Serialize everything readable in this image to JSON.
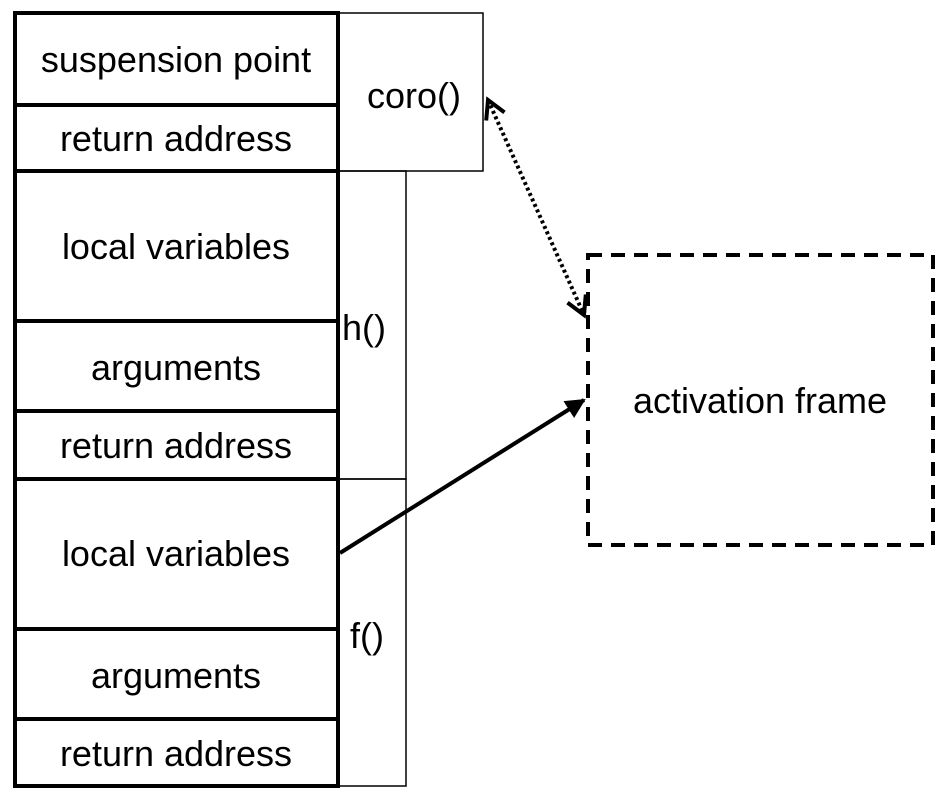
{
  "stack": {
    "coro_frame": {
      "label": "coro()",
      "cells": [
        "suspension point",
        "return address"
      ]
    },
    "h_frame": {
      "label": "h()",
      "cells": [
        "local variables",
        "arguments",
        "return address"
      ]
    },
    "f_frame": {
      "label": "f()",
      "cells": [
        "local variables",
        "arguments",
        "return address"
      ]
    }
  },
  "activation_frame": {
    "label": "activation frame"
  },
  "colors": {
    "stroke": "#000000",
    "background": "#ffffff"
  }
}
